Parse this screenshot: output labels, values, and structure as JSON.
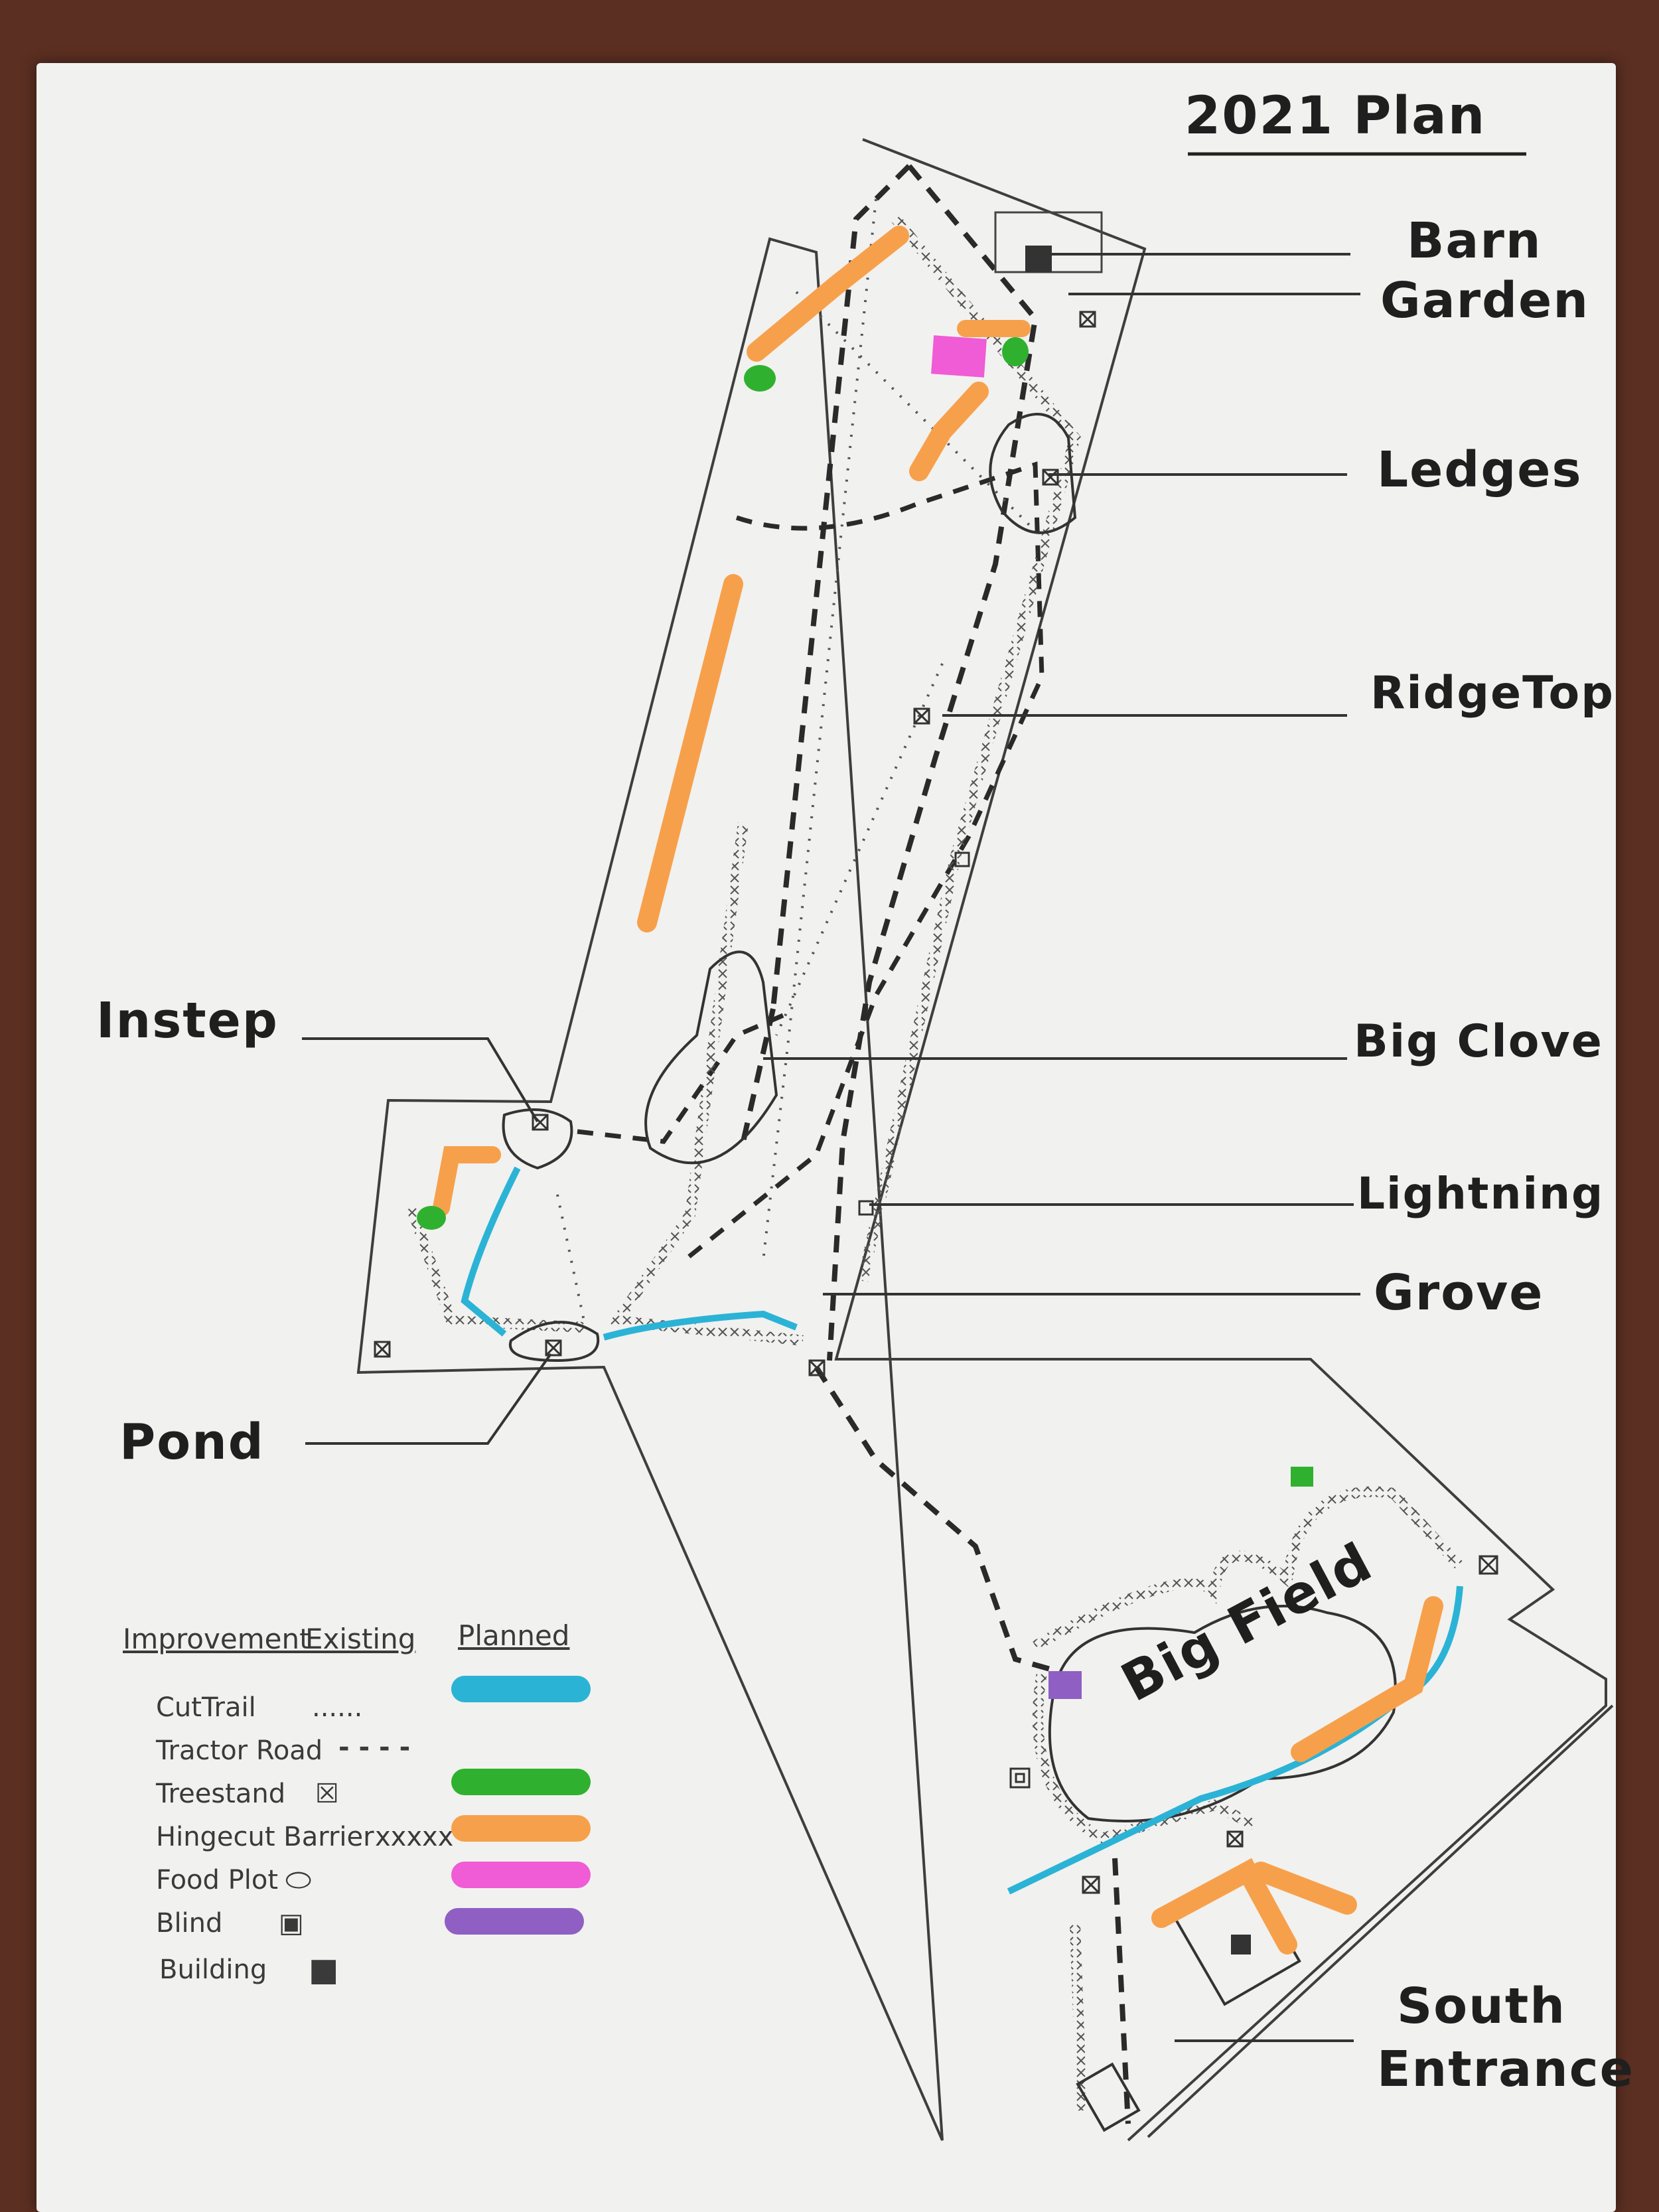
{
  "title": "2021 Plan",
  "labels": {
    "barn": "Barn",
    "garden": "Garden",
    "ledges": "Ledges",
    "ridgetop": "RidgeTop",
    "instep": "Instep",
    "big_clove": "Big Clove",
    "lightning": "Lightning",
    "grove": "Grove",
    "pond": "Pond",
    "big_field": "Big Field",
    "south_entrance_1": "South",
    "south_entrance_2": "Entrance"
  },
  "legend": {
    "headers": {
      "improvement": "Improvement",
      "existing": "Existing",
      "planned": "Planned"
    },
    "rows": [
      {
        "name": "CutTrail",
        "existing_symbol": "......",
        "planned_color": "#2bb3d6"
      },
      {
        "name": "Tractor Road",
        "existing_symbol": "- - - -",
        "planned_color": ""
      },
      {
        "name": "Treestand",
        "existing_symbol": "☒",
        "planned_color": "#2fb12f"
      },
      {
        "name": "Hingecut Barrier",
        "existing_symbol": "xxxxx",
        "planned_color": "#f7a04b"
      },
      {
        "name": "Food Plot",
        "existing_symbol": "⬭",
        "planned_color": "#f05bd6"
      },
      {
        "name": "Blind",
        "existing_symbol": "▣",
        "planned_color": "#8f5fc4"
      },
      {
        "name": "Building",
        "existing_symbol": "■",
        "planned_color": ""
      }
    ]
  },
  "colors": {
    "cut_trail": "#2bb3d6",
    "treestand": "#2fb12f",
    "hingecut": "#f7a04b",
    "food_plot": "#f05bd6",
    "blind": "#8f5fc4",
    "pencil": "#3a3a3a",
    "background": "#5b2f22",
    "paper": "#f1f1ef"
  }
}
